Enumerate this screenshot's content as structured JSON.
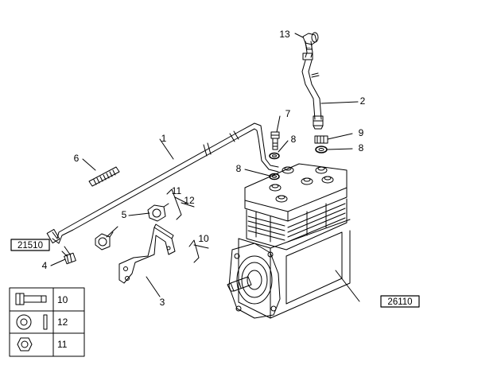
{
  "callouts": {
    "c1": "1",
    "c2": "2",
    "c3": "3",
    "c4": "4",
    "c5": "5",
    "c6": "6",
    "c7": "7",
    "c8a": "8",
    "c8b": "8",
    "c9": "9",
    "c10": "10",
    "c11": "11",
    "c12": "12",
    "c13": "13"
  },
  "refs": {
    "left": "21510",
    "right": "26110"
  },
  "legend": [
    {
      "icon": "bolt-icon",
      "label": "10"
    },
    {
      "icon": "washer-icon",
      "label": "12"
    },
    {
      "icon": "nut-icon",
      "label": "11"
    }
  ],
  "colors": {
    "ink": "#000000",
    "paper": "#ffffff"
  }
}
